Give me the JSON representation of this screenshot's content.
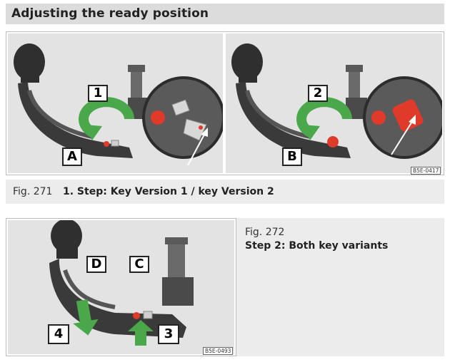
{
  "header": {
    "title": "Adjusting the ready position"
  },
  "figure_271": {
    "number": "Fig. 271",
    "caption": "1. Step: Key Version 1 / key Version 2",
    "code": "B5E-0417",
    "left_panel": {
      "step": "1",
      "label": "A"
    },
    "right_panel": {
      "step": "2",
      "label": "B"
    }
  },
  "figure_272": {
    "number": "Fig. 272",
    "caption": "Step 2: Both key variants",
    "code": "B5E-0493",
    "labels": {
      "d": "D",
      "c": "C",
      "step4": "4",
      "step3": "3"
    }
  },
  "colors": {
    "header_bg": "#dcdcdc",
    "caption_bg": "#ececec",
    "arrow_green": "#4aa84a",
    "marker_red": "#e03a2a",
    "ball_dark": "#2f2f2f"
  }
}
